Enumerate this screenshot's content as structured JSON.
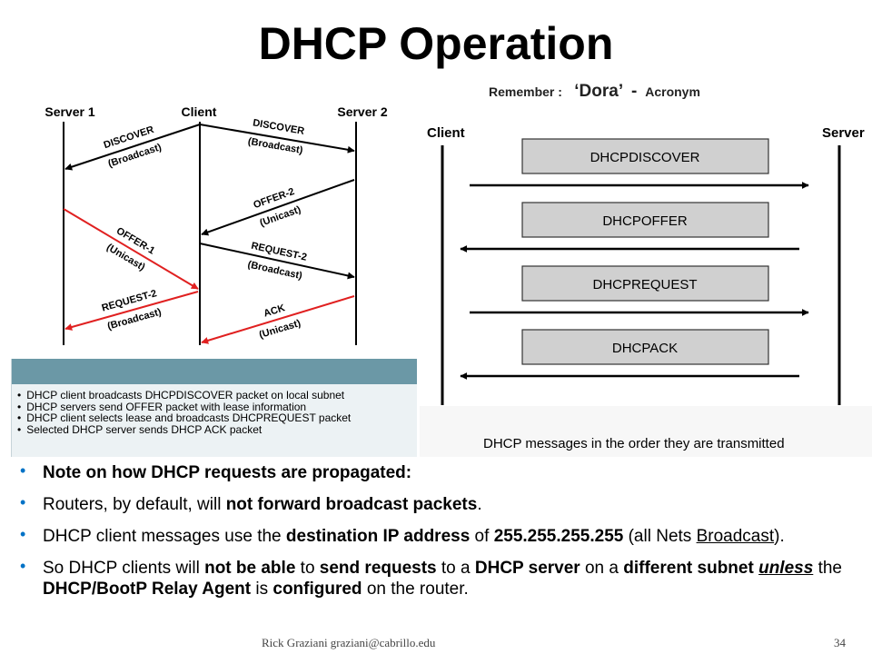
{
  "title": "DHCP Operation",
  "remember": {
    "prefix": "Remember :",
    "word": "‘Dora’",
    "dash": "-",
    "suffix": "Acronym"
  },
  "left_diagram": {
    "nodes": [
      "Server 1",
      "Client",
      "Server 2"
    ],
    "messages": [
      {
        "label": "DISCOVER",
        "sub": "(Broadcast)",
        "from": "Client",
        "to": "Server 1",
        "color": "#000000"
      },
      {
        "label": "DISCOVER",
        "sub": "(Broadcast)",
        "from": "Client",
        "to": "Server 2",
        "color": "#000000"
      },
      {
        "label": "OFFER-2",
        "sub": "(Unicast)",
        "from": "Server 2",
        "to": "Client",
        "color": "#000000"
      },
      {
        "label": "OFFER-1",
        "sub": "(Unicast)",
        "from": "Server 1",
        "to": "Client",
        "color": "#e02020"
      },
      {
        "label": "REQUEST-2",
        "sub": "(Broadcast)",
        "from": "Client",
        "to": "Server 2",
        "color": "#000000"
      },
      {
        "label": "REQUEST-2",
        "sub": "(Broadcast)",
        "from": "Client",
        "to": "Server 1",
        "color": "#e02020"
      },
      {
        "label": "ACK",
        "sub": "(Unicast)",
        "from": "Server 2",
        "to": "Client",
        "color": "#e02020"
      }
    ],
    "caption_items": [
      "DHCP client broadcasts DHCPDISCOVER packet on local subnet",
      "DHCP servers send OFFER packet with lease information",
      "DHCP client selects lease and broadcasts DHCPREQUEST packet",
      "Selected DHCP server sends DHCP ACK packet"
    ],
    "caption_header_color": "#6b98a6"
  },
  "right_diagram": {
    "client_label": "Client",
    "server_label": "Server",
    "messages": [
      {
        "label": "DHCPDISCOVER",
        "direction": "to-server"
      },
      {
        "label": "DHCPOFFER",
        "direction": "to-client"
      },
      {
        "label": "DHCPREQUEST",
        "direction": "to-server"
      },
      {
        "label": "DHCPACK",
        "direction": "to-client"
      }
    ],
    "caption": "DHCP messages in the order they are transmitted"
  },
  "bullets": [
    [
      {
        "t": "Note on how DHCP requests are propagated:",
        "s": "b"
      }
    ],
    [
      {
        "t": "Routers, by default, will "
      },
      {
        "t": "not forward broadcast packets",
        "s": "b"
      },
      {
        "t": "."
      }
    ],
    [
      {
        "t": "DHCP client messages use the "
      },
      {
        "t": "destination IP address",
        "s": "b"
      },
      {
        "t": " of "
      },
      {
        "t": "255.255.255.255",
        "s": "b"
      },
      {
        "t": " (all Nets "
      },
      {
        "t": "Broadcast",
        "s": "u"
      },
      {
        "t": ")."
      }
    ],
    [
      {
        "t": "So DHCP clients will "
      },
      {
        "t": "not be able",
        "s": "b"
      },
      {
        "t": " to "
      },
      {
        "t": "send requests",
        "s": "b"
      },
      {
        "t": " to a "
      },
      {
        "t": "DHCP server",
        "s": "b"
      },
      {
        "t": " on a "
      },
      {
        "t": "different subnet",
        "s": "b"
      },
      {
        "t": " "
      },
      {
        "t": "unless",
        "s": "bui"
      },
      {
        "t": " the "
      },
      {
        "t": "DHCP/BootP Relay Agent",
        "s": "b"
      },
      {
        "t": " is "
      },
      {
        "t": "configured",
        "s": "b"
      },
      {
        "t": " on the router."
      }
    ]
  ],
  "footer": "Rick Graziani  graziani@cabrillo.edu",
  "page_number": "34",
  "colors": {
    "bullet": "#0072c6",
    "red_arrow": "#e02020",
    "box_fill": "#d0d0d0"
  }
}
